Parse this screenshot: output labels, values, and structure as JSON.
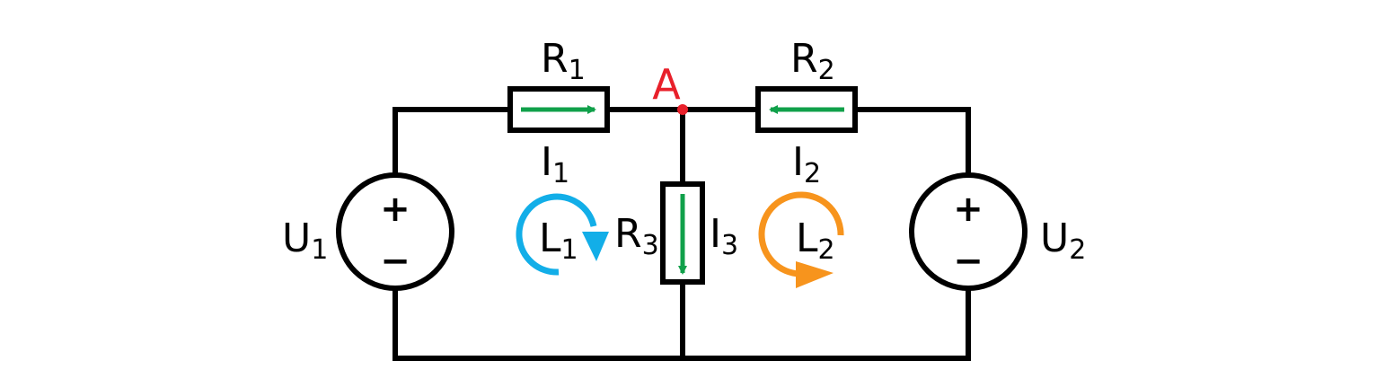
{
  "colors": {
    "wire": "#000000",
    "node": "#e8202a",
    "current_arrow": "#10a04a",
    "loop1": "#12aee8",
    "loop2": "#f7941d",
    "background": "#ffffff"
  },
  "sources": [
    {
      "main": "U",
      "sub": "1",
      "plus": "+",
      "minus": "−"
    },
    {
      "main": "U",
      "sub": "2",
      "plus": "+",
      "minus": "−"
    }
  ],
  "resistors": [
    {
      "main": "R",
      "sub": "1"
    },
    {
      "main": "R",
      "sub": "2"
    },
    {
      "main": "R",
      "sub": "3"
    }
  ],
  "currents": [
    {
      "main": "I",
      "sub": "1"
    },
    {
      "main": "I",
      "sub": "2"
    },
    {
      "main": "I",
      "sub": "3"
    }
  ],
  "loops": [
    {
      "main": "L",
      "sub": "1"
    },
    {
      "main": "L",
      "sub": "2"
    }
  ],
  "node": {
    "label": "A"
  }
}
